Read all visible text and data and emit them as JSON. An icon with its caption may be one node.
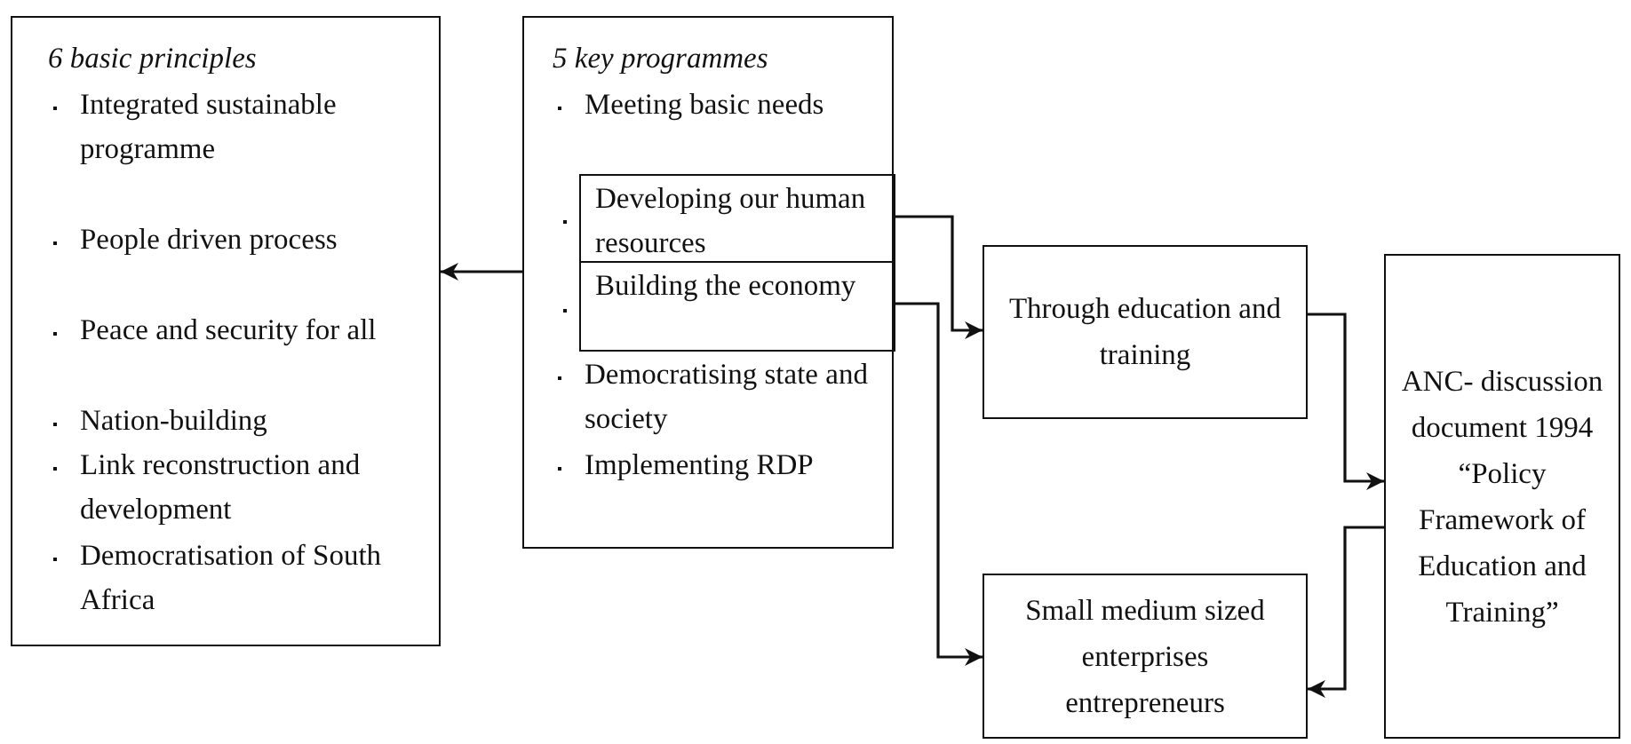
{
  "diagram": {
    "nodes": [
      {
        "text": [
          "6 basic principles",
          "Integrated sustainable programme",
          "People driven process",
          "Peace and security for all",
          "Nation-building",
          "Link reconstruction and development",
          "Democratisation of South Africa"
        ]
      },
      {
        "text": [
          "5 key programmes",
          "Meeting basic needs",
          "Democratising state and society",
          "Implementing RDP"
        ]
      },
      {
        "text": [
          "Developing our human resources"
        ],
        "in": 1
      },
      {
        "text": [
          "Building the economy"
        ],
        "in": 1
      },
      {
        "text": [
          "Through education and training"
        ]
      },
      {
        "text": [
          "Small medium sized enterprises entrepreneurs"
        ]
      },
      {
        "text": [
          "ANC- discussion document 1994 “Policy Framework of Education and Training”"
        ]
      }
    ],
    "edges": [
      {
        "from": 1,
        "to": 0,
        "arrow": "to"
      },
      {
        "from": 2,
        "to": 4,
        "arrow": "to"
      },
      {
        "from": 3,
        "to": 5,
        "arrow": "to"
      },
      {
        "from": 4,
        "to": 6,
        "arrow": "to"
      },
      {
        "from": 6,
        "to": 5,
        "arrow": "to"
      }
    ]
  }
}
